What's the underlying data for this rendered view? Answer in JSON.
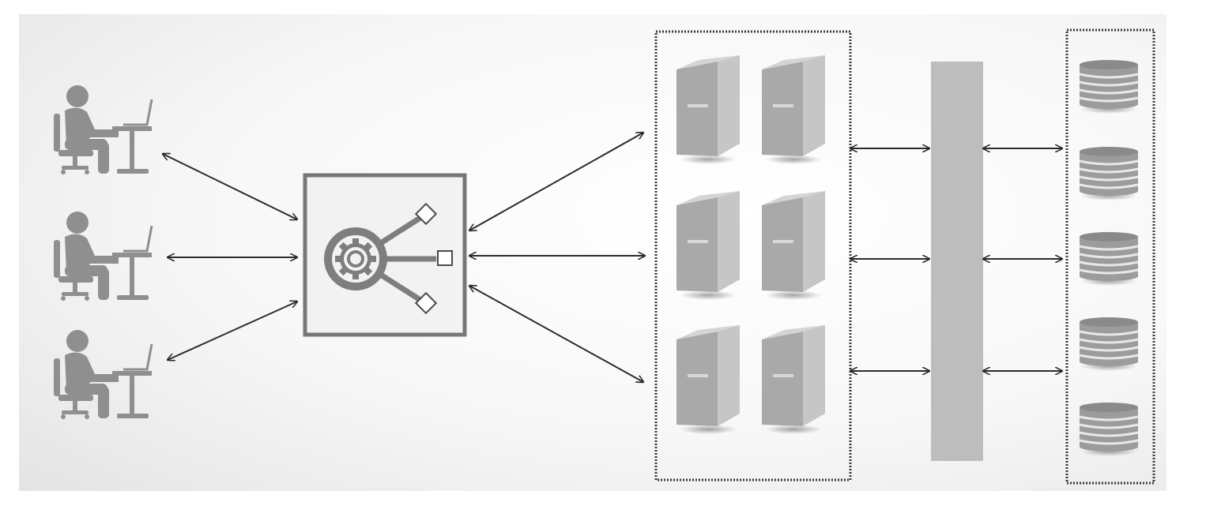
{
  "diagram": {
    "type": "system-architecture",
    "nodes": {
      "clients": {
        "icon": "user-at-desk-icon",
        "count": 3
      },
      "load_balancer": {
        "icon": "load-balancer-icon"
      },
      "server_cluster": {
        "icon": "server-tower-icon",
        "count": 6,
        "grouping": "dashed-box"
      },
      "middleware_bar": {
        "icon": "vertical-bar"
      },
      "database_group": {
        "icon": "database-icon",
        "count": 5,
        "grouping": "dashed-box"
      }
    },
    "connections": [
      {
        "from": "clients",
        "to": "load_balancer",
        "count": 3,
        "style": "bidirectional-arrow"
      },
      {
        "from": "load_balancer",
        "to": "server_cluster",
        "count": 3,
        "style": "bidirectional-arrow"
      },
      {
        "from": "server_cluster",
        "to": "middleware_bar",
        "count": 3,
        "style": "bidirectional-arrow"
      },
      {
        "from": "middleware_bar",
        "to": "database_group",
        "count": 3,
        "style": "bidirectional-arrow"
      }
    ],
    "colors": {
      "icon_fill": "#8f8f8f",
      "icon_dark": "#7e7e7e",
      "server_front": "#a9a9a9",
      "server_side": "#c6c6c6",
      "bar_fill": "#bdbdbd",
      "arrow": "#2b2b2b",
      "box_border": "#3a3a3a",
      "lb_border": "#777777",
      "lb_fill": "#f2f2f2"
    }
  }
}
